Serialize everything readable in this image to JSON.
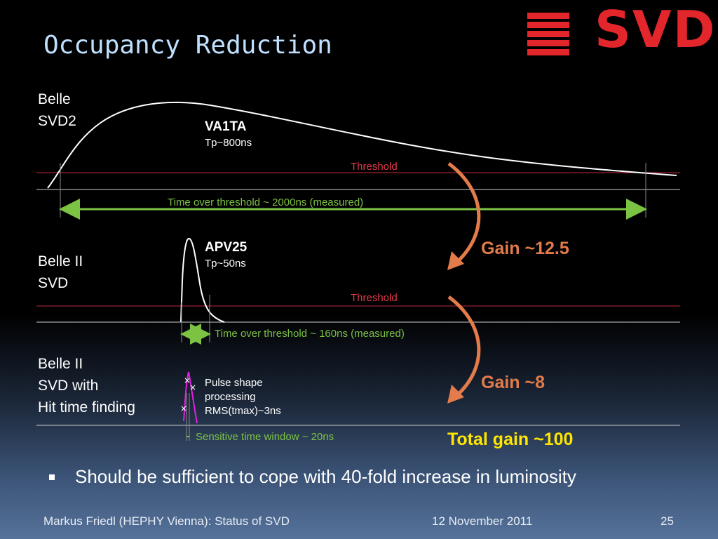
{
  "slide": {
    "title": "Occupancy Reduction",
    "logo_text": "SVD"
  },
  "rows": [
    {
      "label_lines": [
        "Belle",
        "SVD2"
      ],
      "chip_name": "VA1TA",
      "chip_tp": "Tp~800ns",
      "threshold_label": "Threshold",
      "tot_label": "Time over threshold ~ 2000ns (measured)"
    },
    {
      "label_lines": [
        "Belle II",
        "SVD"
      ],
      "chip_name": "APV25",
      "chip_tp": "Tp~50ns",
      "threshold_label": "Threshold",
      "tot_label": "Time over threshold ~ 160ns (measured)"
    },
    {
      "label_lines": [
        "Belle II",
        "SVD with",
        "Hit time finding"
      ],
      "psp_lines": [
        "Pulse shape",
        "processing",
        "RMS(tmax)~3ns"
      ],
      "window_label": "Sensitive time window ~ 20ns"
    }
  ],
  "gains": {
    "gain1": "Gain ~12.5",
    "gain2": "Gain ~8",
    "total": "Total gain ~100"
  },
  "bullet": "Should be sufficient to cope with 40-fold increase in luminosity",
  "footer": {
    "author": "Markus Friedl (HEPHY Vienna): Status of SVD",
    "date": "12 November 2011",
    "page": "25"
  },
  "colors": {
    "title": "#bfe0ff",
    "logo_red": "#e3262c",
    "threshold": "#e23a4a",
    "tot_green": "#7cc243",
    "gain_orange": "#e37c4a",
    "total_yellow": "#ffe600",
    "pulse_magenta": "#e020e0"
  }
}
